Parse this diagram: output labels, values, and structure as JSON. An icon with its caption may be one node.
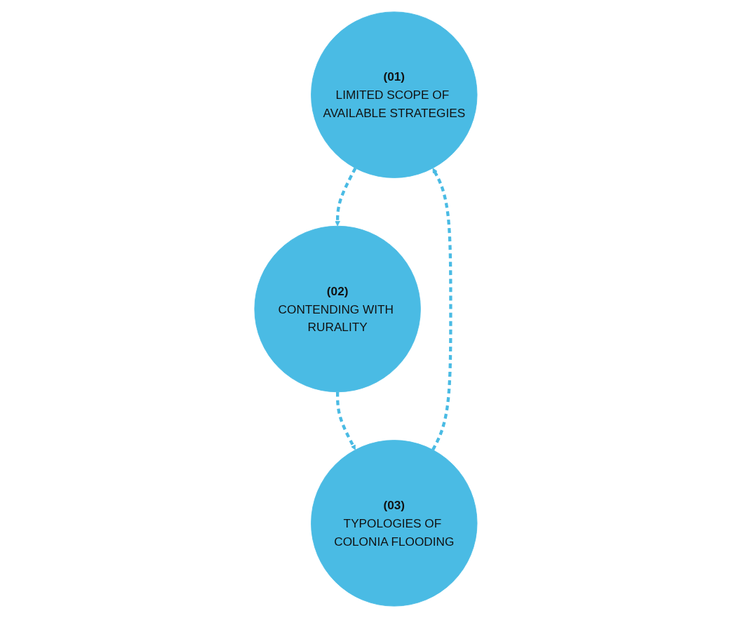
{
  "diagram": {
    "nodes": [
      {
        "text": [
          "(01)",
          "LIMITED SCOPE OF AVAILABLE STRATEGIES"
        ]
      },
      {
        "text": [
          "(02)",
          "CONTENDING WITH RURALITY"
        ]
      },
      {
        "text": [
          "(03)",
          "TYPOLOGIES OF COLONIA FLOODING"
        ]
      }
    ],
    "edges": [
      {
        "from": 0,
        "to": 1,
        "arrow": "to",
        "style": "dashed"
      },
      {
        "from": 1,
        "to": 2,
        "arrow": "to",
        "style": "dashed"
      },
      {
        "from": 2,
        "to": 0,
        "arrow": "to",
        "style": "dashed"
      }
    ]
  }
}
